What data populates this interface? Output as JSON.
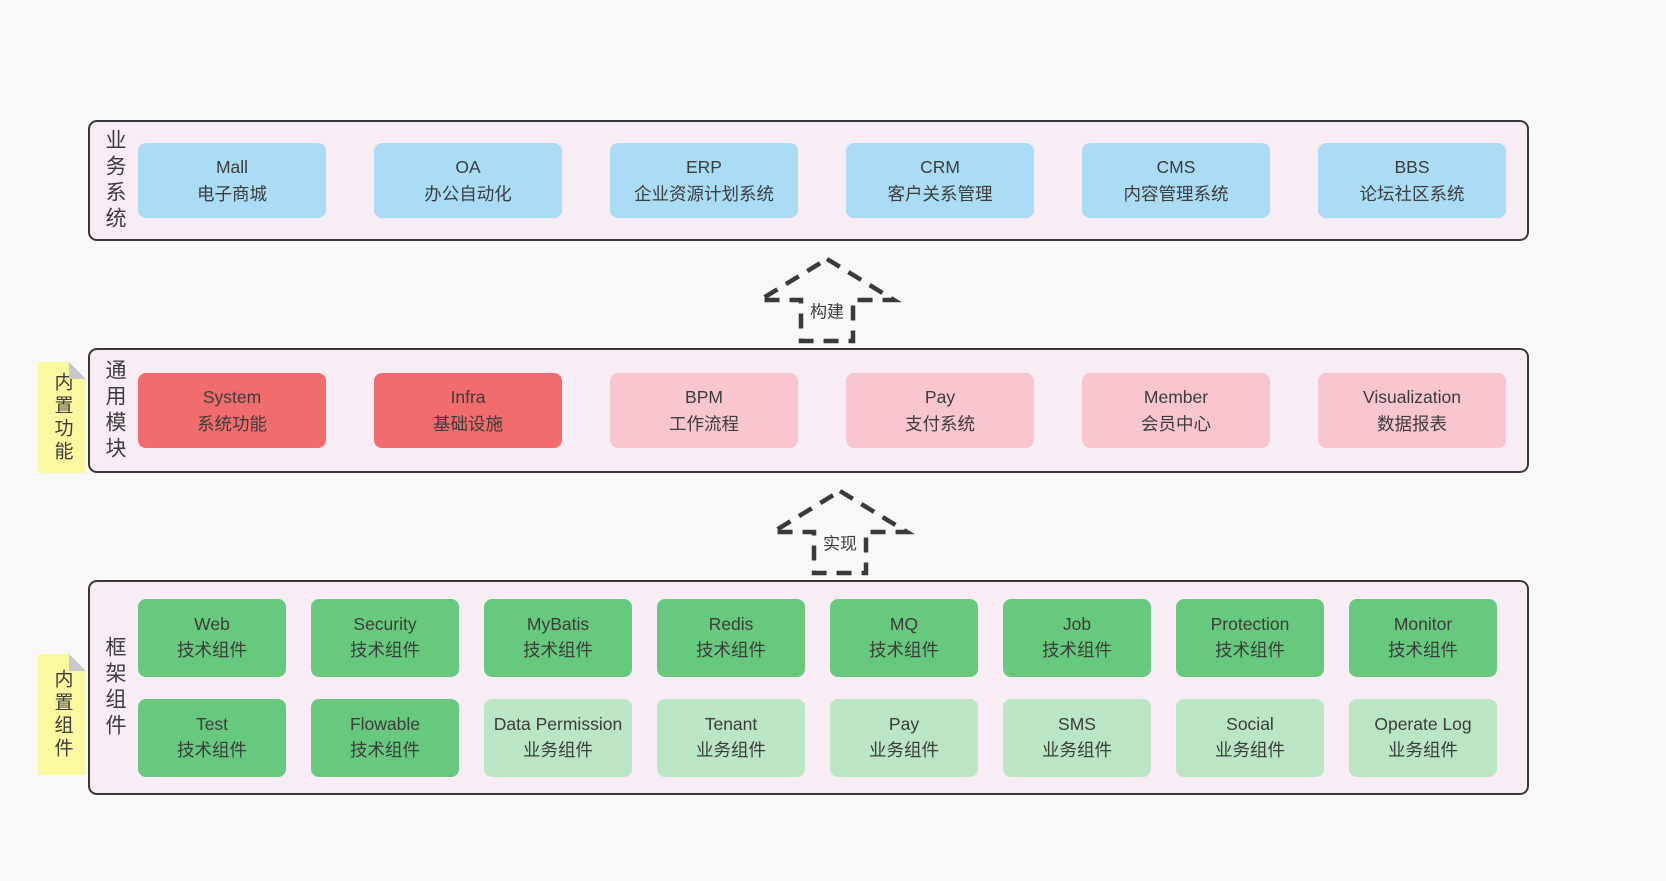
{
  "colors": {
    "page_bg": "#f8f8f8",
    "container_bg": "#f9edf5",
    "container_border": "#383838",
    "module_blue": "#abdcf5",
    "module_red": "#f16c6c",
    "module_pink": "#f9c6d0",
    "component_green": "#67c97d",
    "component_green_light": "#bae6c4",
    "sticky_yellow": "#fbf9a0",
    "sticky_fold_gray": "#c8c8c8",
    "text": "#3c3c3c"
  },
  "arrows": {
    "build": {
      "label": "构建"
    },
    "implement": {
      "label": "实现"
    }
  },
  "layers": {
    "business": {
      "label": "业务系统",
      "modules": [
        {
          "title": "Mall",
          "subtitle": "电子商城"
        },
        {
          "title": "OA",
          "subtitle": "办公自动化"
        },
        {
          "title": "ERP",
          "subtitle": "企业资源计划系统"
        },
        {
          "title": "CRM",
          "subtitle": "客户关系管理"
        },
        {
          "title": "CMS",
          "subtitle": "内容管理系统"
        },
        {
          "title": "BBS",
          "subtitle": "论坛社区系统"
        }
      ]
    },
    "common": {
      "label": "通用模块",
      "sticky": "内置功能",
      "modules": [
        {
          "title": "System",
          "subtitle": "系统功能",
          "color": "red"
        },
        {
          "title": "Infra",
          "subtitle": "基础设施",
          "color": "red"
        },
        {
          "title": "BPM",
          "subtitle": "工作流程",
          "color": "pink"
        },
        {
          "title": "Pay",
          "subtitle": "支付系统",
          "color": "pink"
        },
        {
          "title": "Member",
          "subtitle": "会员中心",
          "color": "pink"
        },
        {
          "title": "Visualization",
          "subtitle": "数据报表",
          "color": "pink"
        }
      ]
    },
    "framework": {
      "label": "框架组件",
      "sticky": "内置组件",
      "rows": [
        [
          {
            "title": "Web",
            "subtitle": "技术组件",
            "color": "green"
          },
          {
            "title": "Security",
            "subtitle": "技术组件",
            "color": "green"
          },
          {
            "title": "MyBatis",
            "subtitle": "技术组件",
            "color": "green"
          },
          {
            "title": "Redis",
            "subtitle": "技术组件",
            "color": "green"
          },
          {
            "title": "MQ",
            "subtitle": "技术组件",
            "color": "green"
          },
          {
            "title": "Job",
            "subtitle": "技术组件",
            "color": "green"
          },
          {
            "title": "Protection",
            "subtitle": "技术组件",
            "color": "green"
          },
          {
            "title": "Monitor",
            "subtitle": "技术组件",
            "color": "green"
          }
        ],
        [
          {
            "title": "Test",
            "subtitle": "技术组件",
            "color": "green"
          },
          {
            "title": "Flowable",
            "subtitle": "技术组件",
            "color": "green"
          },
          {
            "title": "Data Permission",
            "subtitle": "业务组件",
            "color": "green-light"
          },
          {
            "title": "Tenant",
            "subtitle": "业务组件",
            "color": "green-light"
          },
          {
            "title": "Pay",
            "subtitle": "业务组件",
            "color": "green-light"
          },
          {
            "title": "SMS",
            "subtitle": "业务组件",
            "color": "green-light"
          },
          {
            "title": "Social",
            "subtitle": "业务组件",
            "color": "green-light"
          },
          {
            "title": "Operate Log",
            "subtitle": "业务组件",
            "color": "green-light"
          }
        ]
      ]
    }
  }
}
